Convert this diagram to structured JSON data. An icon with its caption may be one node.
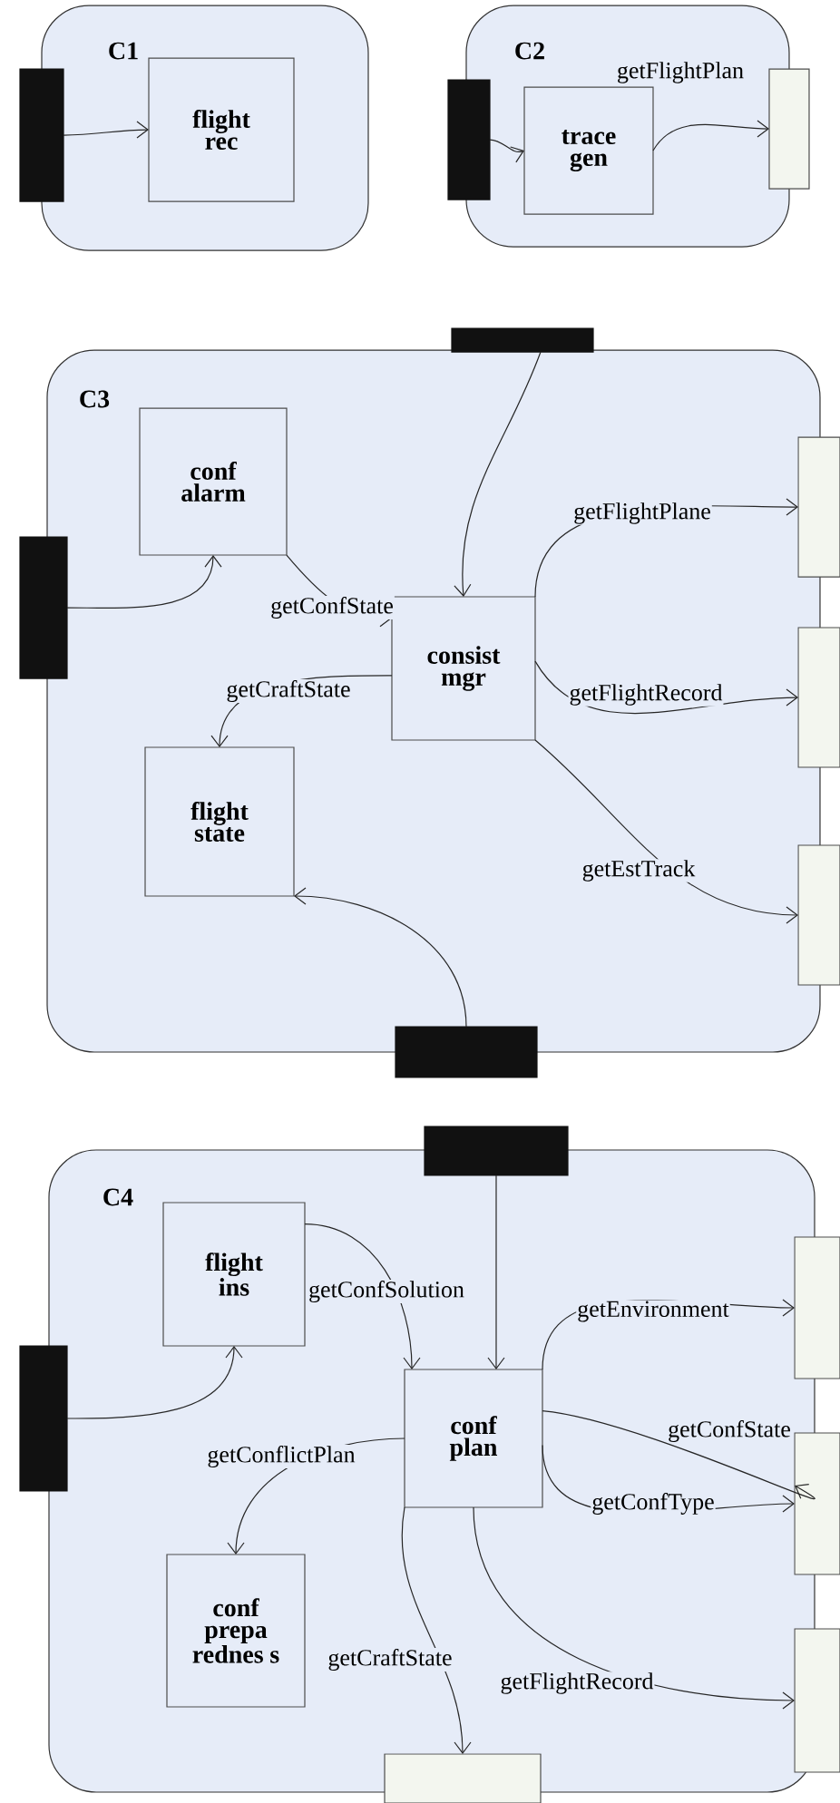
{
  "diagram": {
    "nodes": [
      {
        "text": [
          "C1"
        ]
      },
      {
        "text": [],
        "shape": "bar"
      },
      {
        "text": [
          "flight rec"
        ],
        "in": 0
      },
      {
        "text": [
          "C2"
        ]
      },
      {
        "text": [],
        "shape": "bar"
      },
      {
        "text": [
          "trace gen"
        ],
        "in": 3
      },
      {
        "text": [],
        "shape": "box"
      },
      {
        "text": [
          "C3"
        ]
      },
      {
        "text": [],
        "shape": "bar"
      },
      {
        "text": [
          "conf alarm"
        ],
        "in": 7
      },
      {
        "text": [],
        "shape": "bar"
      },
      {
        "text": [
          "consist mgr"
        ],
        "in": 7
      },
      {
        "text": [
          "flight state"
        ],
        "in": 7
      },
      {
        "text": [],
        "shape": "box"
      },
      {
        "text": [],
        "shape": "box"
      },
      {
        "text": [],
        "shape": "box"
      },
      {
        "text": [],
        "shape": "bar"
      },
      {
        "text": [
          "C4"
        ]
      },
      {
        "text": [],
        "shape": "bar"
      },
      {
        "text": [
          "flight ins"
        ],
        "in": 17
      },
      {
        "text": [],
        "shape": "bar"
      },
      {
        "text": [
          "conf plan"
        ],
        "in": 17
      },
      {
        "text": [
          "conf prepa rednes s"
        ],
        "in": 17
      },
      {
        "text": [],
        "shape": "box"
      },
      {
        "text": [],
        "shape": "box"
      },
      {
        "text": [],
        "shape": "box"
      },
      {
        "text": [],
        "shape": "box"
      }
    ],
    "edges": [
      {
        "from": 1,
        "to": 2,
        "arrow": "to"
      },
      {
        "from": 4,
        "to": 5,
        "arrow": "to"
      },
      {
        "from": 5,
        "to": 6,
        "arrow": "to",
        "label": "getFlightPlan"
      },
      {
        "from": 8,
        "to": 11,
        "arrow": "to"
      },
      {
        "from": 10,
        "to": 9,
        "arrow": "to"
      },
      {
        "from": 9,
        "to": 11,
        "arrow": "to",
        "label": "getConfState"
      },
      {
        "from": 11,
        "to": 12,
        "arrow": "to",
        "label": "getCraftState"
      },
      {
        "from": 11,
        "to": 13,
        "arrow": "to",
        "label": "getFlightPlane"
      },
      {
        "from": 11,
        "to": 14,
        "arrow": "to",
        "label": "getFlightRecord"
      },
      {
        "from": 11,
        "to": 15,
        "arrow": "to",
        "label": "getEstTrack"
      },
      {
        "from": 16,
        "to": 12,
        "arrow": "to"
      },
      {
        "from": 18,
        "to": 21,
        "arrow": "to"
      },
      {
        "from": 20,
        "to": 19,
        "arrow": "to"
      },
      {
        "from": 19,
        "to": 21,
        "arrow": "to",
        "label": "getConfSolution"
      },
      {
        "from": 21,
        "to": 23,
        "arrow": "to",
        "label": "getEnvironment"
      },
      {
        "from": 21,
        "to": 24,
        "arrow": "to",
        "label": "getConfState"
      },
      {
        "from": 21,
        "to": 24,
        "arrow": "to",
        "label": "getConfType"
      },
      {
        "from": 21,
        "to": 22,
        "arrow": "to",
        "label": "getConflictPlan"
      },
      {
        "from": 21,
        "to": 26,
        "arrow": "to",
        "label": "getCraftState"
      },
      {
        "from": 21,
        "to": 25,
        "arrow": "to",
        "label": "getFlightRecord"
      }
    ]
  }
}
